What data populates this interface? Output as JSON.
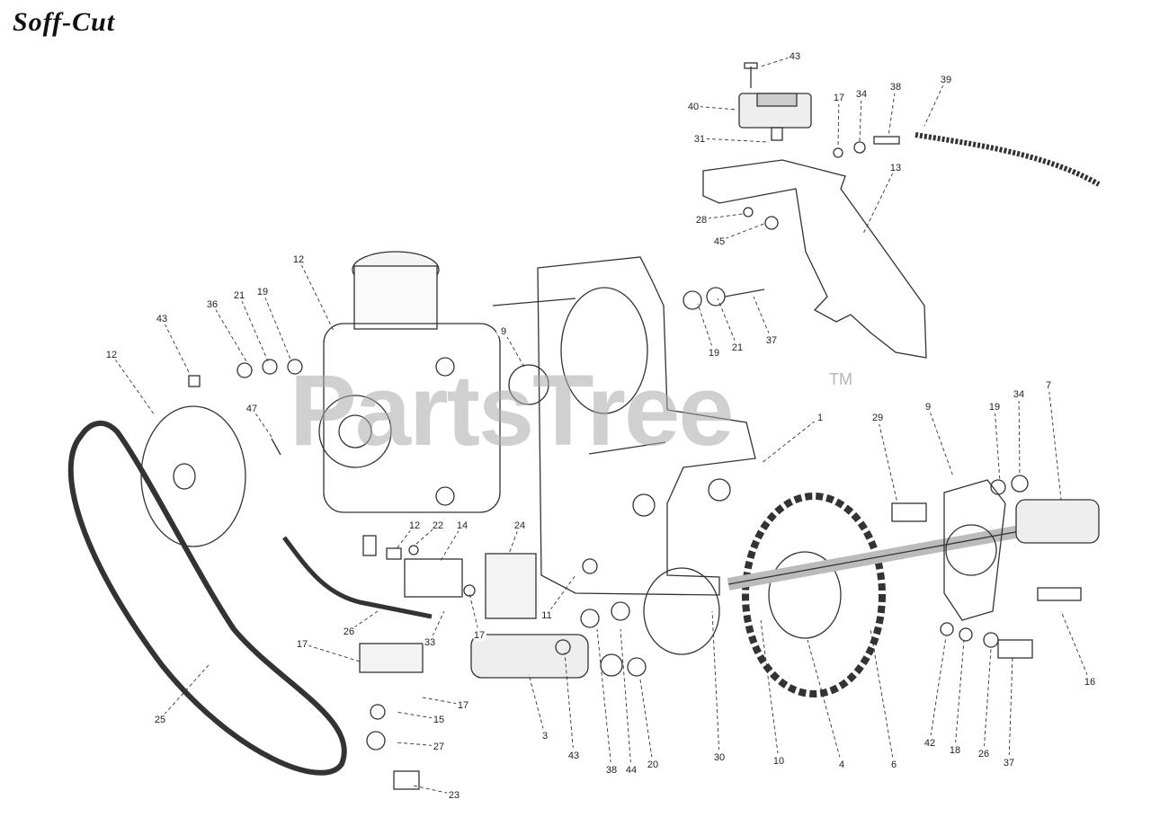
{
  "header": {
    "brand_logo": "Soff-Cut"
  },
  "watermark": {
    "text": "PartsTree",
    "mark": "TM"
  },
  "callouts": [
    {
      "label": "43"
    },
    {
      "label": "40"
    },
    {
      "label": "31"
    },
    {
      "label": "17"
    },
    {
      "label": "34"
    },
    {
      "label": "38"
    },
    {
      "label": "39"
    },
    {
      "label": "13"
    },
    {
      "label": "28"
    },
    {
      "label": "45"
    },
    {
      "label": "12"
    },
    {
      "label": "36"
    },
    {
      "label": "21"
    },
    {
      "label": "19"
    },
    {
      "label": "43"
    },
    {
      "label": "12"
    },
    {
      "label": "47"
    },
    {
      "label": "9"
    },
    {
      "label": "19"
    },
    {
      "label": "21"
    },
    {
      "label": "37"
    },
    {
      "label": "1"
    },
    {
      "label": "29"
    },
    {
      "label": "9"
    },
    {
      "label": "19"
    },
    {
      "label": "34"
    },
    {
      "label": "7"
    },
    {
      "label": "12"
    },
    {
      "label": "22"
    },
    {
      "label": "14"
    },
    {
      "label": "24"
    },
    {
      "label": "26"
    },
    {
      "label": "33"
    },
    {
      "label": "17"
    },
    {
      "label": "11"
    },
    {
      "label": "17"
    },
    {
      "label": "25"
    },
    {
      "label": "17"
    },
    {
      "label": "15"
    },
    {
      "label": "27"
    },
    {
      "label": "23"
    },
    {
      "label": "3"
    },
    {
      "label": "43"
    },
    {
      "label": "38"
    },
    {
      "label": "44"
    },
    {
      "label": "20"
    },
    {
      "label": "30"
    },
    {
      "label": "10"
    },
    {
      "label": "4"
    },
    {
      "label": "6"
    },
    {
      "label": "42"
    },
    {
      "label": "18"
    },
    {
      "label": "26"
    },
    {
      "label": "37"
    },
    {
      "label": "16"
    }
  ]
}
